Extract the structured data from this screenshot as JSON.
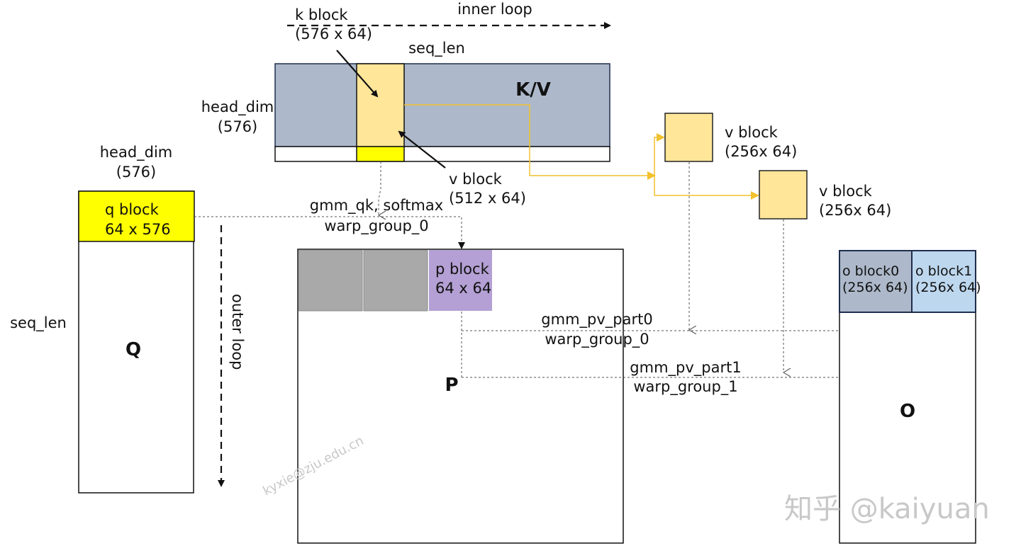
{
  "diagram": {
    "inner_loop": "inner loop",
    "outer_loop": "outer loop",
    "kv": {
      "title": "K/V",
      "dim_label": "head_dim",
      "dim_value": "(576)",
      "seq_label": "seq_len",
      "k_block_label": "k block",
      "k_block_size": "(576 x 64)",
      "v_block_label": "v block",
      "v_block_size": "(512 x 64)"
    },
    "v_blocks": [
      {
        "label": "v block",
        "size": "(256x 64)"
      },
      {
        "label": "v block",
        "size": "(256x 64)"
      }
    ],
    "q": {
      "title": "Q",
      "dim_label": "head_dim",
      "dim_value": "(576)",
      "seq_label": "seq_len",
      "block_label": "q block",
      "block_size": "64 x 576"
    },
    "p": {
      "title": "P",
      "block_label": "p block",
      "block_size": "64 x 64"
    },
    "o": {
      "title": "O",
      "blocks": [
        {
          "label": "o block0",
          "size": "(256x 64)"
        },
        {
          "label": "o block1",
          "size": "(256x 64)"
        }
      ]
    },
    "ops": {
      "qk_label": "gmm_qk, softmax",
      "qk_group": "warp_group_0",
      "pv0_label": "gmm_pv_part0",
      "pv0_group": "warp_group_0",
      "pv1_label": "gmm_pv_part1",
      "pv1_group": "warp_group_1"
    },
    "colors": {
      "kv_fill": "#adb9ca",
      "block_fill": "#ffe699",
      "yellow": "#ffff00",
      "purple": "#b4a0d4",
      "grey": "#a9a9a9",
      "o_block0": "#adb9ca",
      "o_block1": "#bdd7ee",
      "arrow_yellow": "#f2c12e"
    },
    "watermarks": {
      "email": "kyxie@zju.edu.cn",
      "zhihu": "知乎 @kaiyuan"
    }
  }
}
